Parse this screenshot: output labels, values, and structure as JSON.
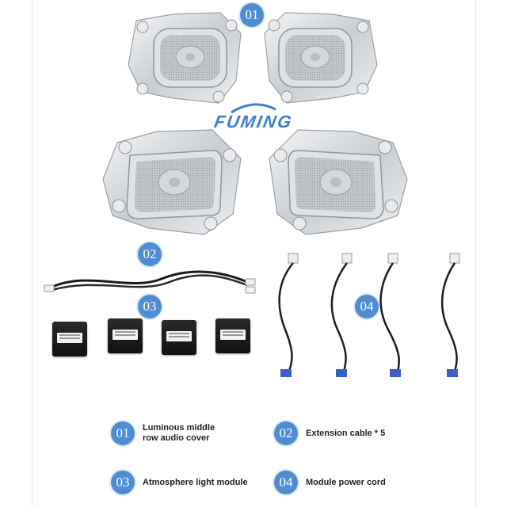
{
  "brand": {
    "logo_text": "FUMING"
  },
  "markers": [
    "01",
    "02",
    "03",
    "04"
  ],
  "legend": [
    {
      "num": "01",
      "label": "Luminous middle row audio cover"
    },
    {
      "num": "02",
      "label": "Extension cable * 5"
    },
    {
      "num": "03",
      "label": "Atmosphere light module"
    },
    {
      "num": "04",
      "label": "Module power cord"
    }
  ],
  "colors": {
    "accent": "#4f8dd3",
    "brand": "#3d7fd0",
    "text": "#222222",
    "chrome": "#d9dcdf"
  }
}
